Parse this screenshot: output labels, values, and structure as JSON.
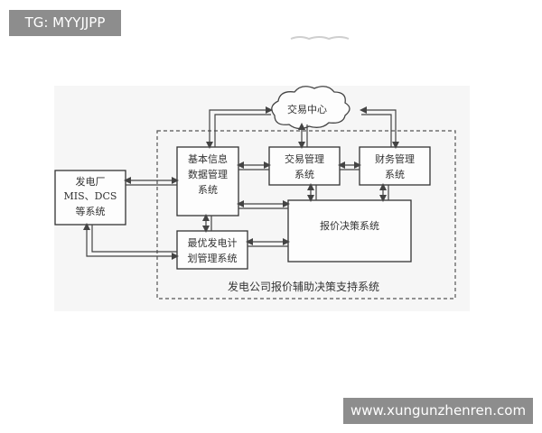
{
  "watermarks": {
    "top_left": "TG: MYYJJPP",
    "bottom_right": "www.xungunzhenren.com"
  },
  "diagram": {
    "cloud_label": "交易中心",
    "nodes": {
      "power_plant_line1": "发电厂",
      "power_plant_line2": "MIS、DCS",
      "power_plant_line3": "等系统",
      "basic_info_line1": "基本信息",
      "basic_info_line2": "数据管理",
      "basic_info_line3": "系统",
      "trade_mgmt_line1": "交易管理",
      "trade_mgmt_line2": "系统",
      "finance_mgmt_line1": "财务管理",
      "finance_mgmt_line2": "系统",
      "quote_decision": "报价决策系统",
      "opt_plan_line1": "最优发电计",
      "opt_plan_line2": "划管理系统"
    },
    "boundary_label": "发电公司报价辅助决策支持系统"
  }
}
